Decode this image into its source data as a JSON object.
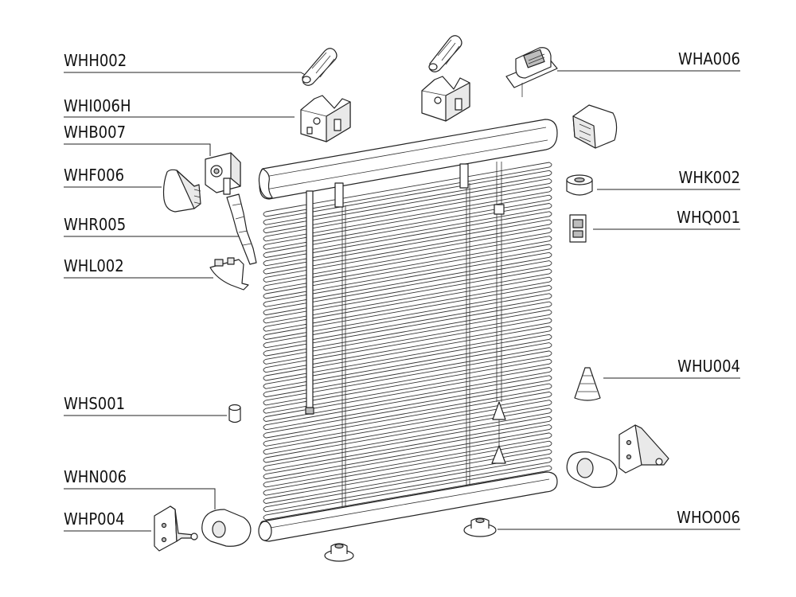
{
  "parts": {
    "whh002": "WHH002",
    "whi006h": "WHI006H",
    "whb007": "WHB007",
    "whf006": "WHF006",
    "whr005": "WHR005",
    "whl002": "WHL002",
    "whs001": "WHS001",
    "whn006": "WHN006",
    "whp004": "WHP004",
    "wha006": "WHA006",
    "whk002": "WHK002",
    "whq001": "WHQ001",
    "whu004": "WHU004",
    "who006": "WHO006"
  }
}
